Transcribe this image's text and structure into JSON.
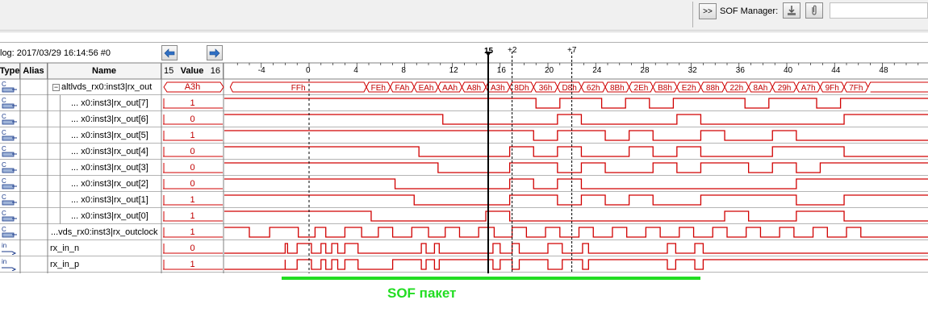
{
  "toolbar": {
    "expand_label": ">>",
    "sof_manager_label": "SOF Manager:",
    "download_icon": "download-icon",
    "clip_icon": "paperclip-icon"
  },
  "log": {
    "text": "log: 2017/03/29 16:14:56  #0"
  },
  "nav": {
    "prev_icon": "arrow-left-icon",
    "next_icon": "arrow-right-icon"
  },
  "markers": {
    "main": "15",
    "m1": "+2",
    "m2": "+7"
  },
  "value_header": {
    "left": "15",
    "label": "Value",
    "right": "16"
  },
  "columns": {
    "type": "Type",
    "alias": "Alias",
    "name": "Name"
  },
  "time_axis": {
    "ticks": [
      "-4",
      "0",
      "4",
      "8",
      "12",
      "16",
      "20",
      "24",
      "28",
      "32",
      "36",
      "40",
      "44",
      "48"
    ]
  },
  "signals": [
    {
      "name": "altlvds_rx0:inst3|rx_out",
      "value": "A3h",
      "bus": true,
      "expander": "−"
    },
    {
      "name": "... x0:inst3|rx_out[7]",
      "value": "1"
    },
    {
      "name": "... x0:inst3|rx_out[6]",
      "value": "0"
    },
    {
      "name": "... x0:inst3|rx_out[5]",
      "value": "1"
    },
    {
      "name": "... x0:inst3|rx_out[4]",
      "value": "0"
    },
    {
      "name": "... x0:inst3|rx_out[3]",
      "value": "0"
    },
    {
      "name": "... x0:inst3|rx_out[2]",
      "value": "0"
    },
    {
      "name": "... x0:inst3|rx_out[1]",
      "value": "1"
    },
    {
      "name": "... x0:inst3|rx_out[0]",
      "value": "1"
    },
    {
      "name": "...vds_rx0:inst3|rx_outclock",
      "value": "1"
    },
    {
      "name": "rx_in_n",
      "value": "0",
      "input": true
    },
    {
      "name": "rx_in_p",
      "value": "1",
      "input": true
    }
  ],
  "bus_values": [
    "FFh",
    "FEh",
    "FAh",
    "EAh",
    "AAh",
    "A8h",
    "A3h",
    "8Dh",
    "36h",
    "D8h",
    "62h",
    "8Bh",
    "2Eh",
    "B8h",
    "E2h",
    "88h",
    "22h",
    "8Ah",
    "29h",
    "A7h",
    "9Fh",
    "7Fh"
  ],
  "annotation": {
    "text": "SOF пакет",
    "color": "#22dd22"
  },
  "colors": {
    "wave": "#d00000",
    "cursor": "#000000"
  }
}
